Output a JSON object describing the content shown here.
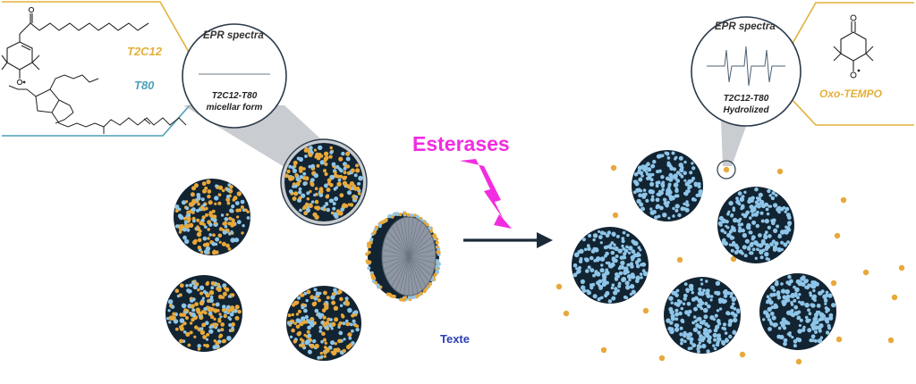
{
  "labels": {
    "t2c12": "T2C12",
    "t80": "T80",
    "epr_left": "EPR spectra",
    "caption_left_1": "T2C12-T80",
    "caption_left_2": "micellar form",
    "epr_right": "EPR spectra",
    "caption_right_1": "T2C12-T80",
    "caption_right_2": "Hydrolized",
    "oxo_tempo": "Oxo-TEMPO",
    "esterases": "Esterases",
    "texte": "Texte"
  },
  "colors": {
    "probe_orange": "#e8a83a",
    "micelle_core": "#122432",
    "surfactant_blue": "#8ec5e8",
    "frame_gold": "#e3b03a",
    "frame_blue": "#4d9fb8",
    "enzyme_magenta": "#f22ce0",
    "arrow_dark": "#1b2a3a"
  },
  "icons": {
    "arrow": "right-arrow-icon",
    "bolt": "lightning-bolt-icon"
  }
}
